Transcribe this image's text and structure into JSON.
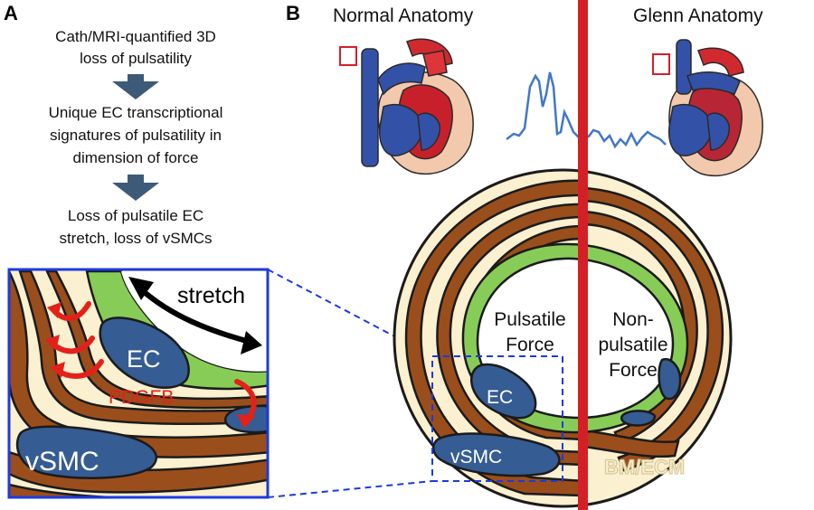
{
  "panel_a": {
    "letter": "A",
    "flow": [
      {
        "lines": [
          "Cath/MRI-quantified  3D",
          "loss of pulsatility"
        ]
      },
      {
        "lines": [
          "Unique EC transcriptional",
          "signatures of pulsatility in",
          "dimension of force"
        ]
      },
      {
        "lines": [
          "Loss of pulsatile EC",
          "stretch, loss of vSMCs"
        ]
      }
    ],
    "inset": {
      "stretch": "stretch",
      "ec": "EC",
      "pdgfb": "PDGFB",
      "vsmc": "vSMC"
    }
  },
  "panel_b": {
    "letter": "B",
    "normal_title": "Normal Anatomy",
    "glenn_title": "Glenn Anatomy",
    "left_force": [
      "Pulsatile",
      "Force"
    ],
    "right_force": [
      "Non-",
      "pulsatile",
      "Force"
    ],
    "ec": "EC",
    "vsmc": "vSMC",
    "bm": "BM/ECM"
  },
  "colors": {
    "arrow_blue": "#3d5a78",
    "inset_border": "#1c3ae0",
    "divider_red": "#d51f26",
    "pdgfb_red": "#e32119",
    "vsmc_brown": "#9a4e1c",
    "cream": "#fbf0cf",
    "endothelium_green": "#88cc58",
    "nucleus_blue": "#355c93",
    "trace_blue": "#4177c7",
    "bm_tan": "#d9c89a"
  }
}
